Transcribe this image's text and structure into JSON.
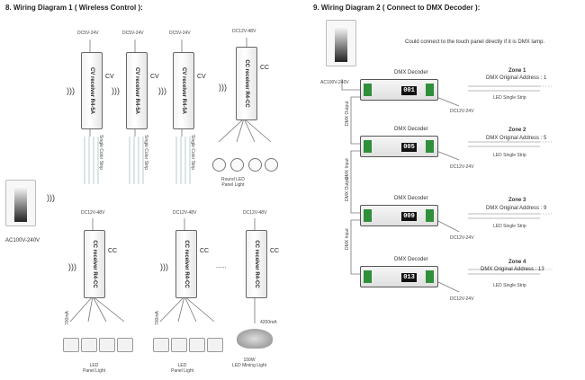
{
  "left_section": {
    "heading": "8. Wiring Diagram 1 ( Wireless Control ):",
    "panel_voltage": "AC100V-240V",
    "top_units": [
      {
        "supply": "DC5V-24V",
        "model": "R4-5A",
        "name": "CV receiver",
        "tag": "CV",
        "strip": "Single Color Strip"
      },
      {
        "supply": "DC5V-24V",
        "model": "R4-5A",
        "name": "CV receiver",
        "tag": "CV",
        "strip": "Single Color Strip"
      },
      {
        "supply": "DC5V-24V",
        "model": "R4-5A",
        "name": "CV receiver",
        "tag": "CV",
        "strip": "Single Color Strip"
      },
      {
        "supply": "DC12V-48V",
        "model": "R4-CC",
        "name": "CC receiver",
        "tag": "CC",
        "load": "Round LED\nPanel Light"
      }
    ],
    "bottom_units": [
      {
        "supply": "DC12V-48V",
        "model": "R4-CC",
        "name": "CC receiver",
        "tag": "CC",
        "load": "LED\nPanel Light"
      },
      {
        "supply": "DC12V-48V",
        "model": "R4-CC",
        "name": "CC receiver",
        "tag": "CC",
        "load": "LED\nPanel Light"
      },
      {
        "supply": "DC12V-48V",
        "model": "R4-CC",
        "name": "CC receiver",
        "tag": "CC",
        "load": "150W\nLED Mining Light",
        "current": "4200mA"
      }
    ],
    "current_label": "700mA",
    "dots": "......"
  },
  "right_section": {
    "heading": "9. Wiring Diagram 2 ( Connect to DMX Decoder ):",
    "note": "Could connect to the touch panel directly if it is DMX lamp.",
    "panel_voltage": "AC100V-240V",
    "decoder_label": "DMX Decoder",
    "decoder_power": "DC12V-24V",
    "strip_label": "LED Single Strip",
    "dmx_output": "DMX Output",
    "dmx_input": "DMX Input",
    "zones": [
      {
        "name": "Zone 1",
        "address": "DMX Original Address : 1",
        "display": "001"
      },
      {
        "name": "Zone 2",
        "address": "DMX Original Address : 5",
        "display": "005"
      },
      {
        "name": "Zone 3",
        "address": "DMX Original Address : 9",
        "display": "009"
      },
      {
        "name": "Zone 4",
        "address": "DMX Original Address : 13",
        "display": "013"
      }
    ]
  },
  "colors": {
    "accent_green": "#2f8f3a",
    "wire_blue": "#3b7fc4",
    "wire_gray": "#777777"
  }
}
